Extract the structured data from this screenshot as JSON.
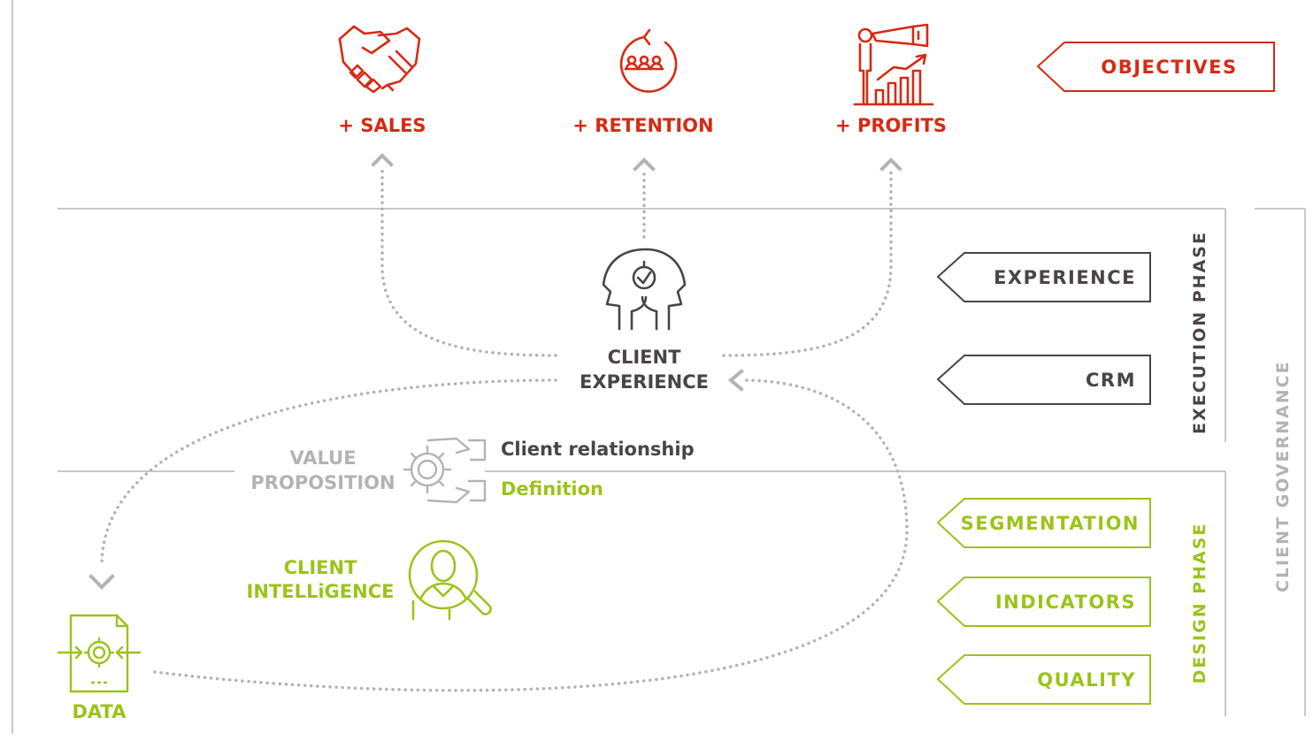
{
  "objectives": {
    "items": [
      {
        "label": "+ SALES",
        "icon": "handshake-icon"
      },
      {
        "label": "+ RETENTION",
        "icon": "retention-cycle-icon"
      },
      {
        "label": "+ PROFITS",
        "icon": "telescope-growth-icon"
      }
    ],
    "tag": "OBJECTIVES"
  },
  "center": {
    "client_experience": {
      "line1": "CLIENT",
      "line2": "EXPERIENCE",
      "icon": "head-check-icon"
    },
    "value_proposition": {
      "line1": "VALUE",
      "line2": "PROPOSITION",
      "icon": "hands-gear-icon"
    },
    "client_relationship": "Client relationship",
    "definition": "Definition",
    "client_intelligence": {
      "line1": "CLIENT",
      "line2": "INTELLiGENCE",
      "icon": "person-magnifier-icon"
    },
    "data": {
      "label": "DATA",
      "icon": "data-file-gear-icon"
    }
  },
  "execution_phase": {
    "label": "EXECUTION PHASE",
    "tags": [
      "EXPERIENCE",
      "CRM"
    ]
  },
  "design_phase": {
    "label": "DESIGN PHASE",
    "tags": [
      "SEGMENTATION",
      "INDICATORS",
      "QUALITY"
    ]
  },
  "governance": {
    "label": "CLIENT GOVERNANCE"
  },
  "colors": {
    "red": "#d62a14",
    "dark": "#4a4444",
    "grey": "#b3b3b3",
    "green": "#9cc31a"
  }
}
